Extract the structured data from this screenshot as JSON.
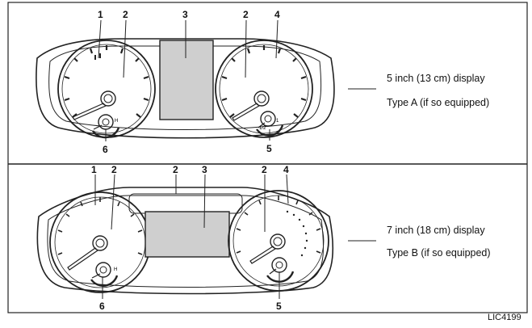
{
  "panels": [
    {
      "callouts": [
        "1",
        "2",
        "3",
        "2",
        "4",
        "6",
        "5"
      ],
      "caption": [
        "5 inch (13 cm) display",
        "Type A (if so equipped)"
      ]
    },
    {
      "callouts": [
        "1",
        "2",
        "2",
        "3",
        "2",
        "4",
        "6",
        "5"
      ],
      "caption": [
        "7 inch (18 cm) display",
        "Type B (if so equipped)"
      ]
    }
  ],
  "gauge_marks": {
    "fuel_high": "H",
    "temp_low": "1/2",
    "temp_high": "1"
  },
  "figure_code": "LIC4199"
}
